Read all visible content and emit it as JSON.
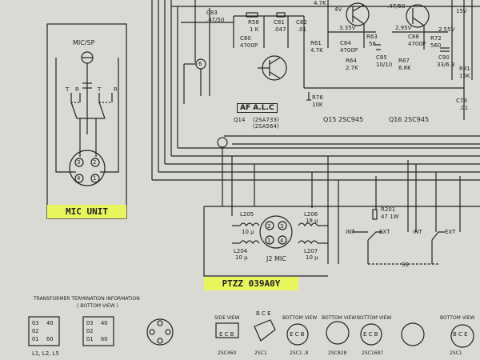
{
  "mic_unit": {
    "title": "MIC UNIT",
    "mic_sp": "MIC/SP",
    "t_left": "T",
    "r_left": "R",
    "t_right": "T",
    "r_right": "R",
    "pins": [
      "3",
      "2",
      "4",
      "1"
    ]
  },
  "plate": "PTZZ 039A0Y",
  "top_parts": {
    "c83": "C83",
    "c83_val": ".47/50",
    "r58": "R58",
    "r58_val": "1 K",
    "c81": "C81",
    "c81_val": ".047",
    "c82": "C82",
    "c82_val": ".01",
    "r57_val": "4.7K",
    "c80": "C80",
    "c80_val": "4700P",
    "r61": "R61",
    "r61_val": "4.7K",
    "v4": "4V",
    "v335": "3.35V",
    "c84": "C84",
    "c84_val": "4700P",
    "r63": "R63",
    "r63_val": "56",
    "r64": "R64",
    "r64_val": "2.7K",
    "c85": "C85",
    "c85_val": "10/10",
    "r76": "R76",
    "r76_val": "10K",
    "c88": "C88",
    "c88_val": "4700P",
    "r67": "R67",
    "r67_val": "6.8K",
    "r72": "R72",
    "r72_val": "560",
    "v295": "2.95V",
    "v255": "2.55V",
    "v47_50": ".47/50",
    "c90": "C90",
    "c90_val": "33/6.3",
    "r81": "R81",
    "r81_val": "15K",
    "c79": "C79",
    "c79_val": ".01",
    "v15": "15V",
    "node6": "6"
  },
  "af_alc": "AF A.L.C",
  "q14": "Q14",
  "q14_a": "(2SA733)",
  "q14_b": "(2SA564)",
  "q15": "Q15 2SC945",
  "q16": "Q16 2SC945",
  "j2": {
    "l205": "L205",
    "l205_val": "10 μ",
    "l206": "L206",
    "l206_val": "18 μ",
    "l204": "L204",
    "l204_val": "10 μ",
    "l207": "L207",
    "l207_val": "10 μ",
    "label": "J2 MIC",
    "pins": [
      "2",
      "3",
      "1",
      "4"
    ]
  },
  "r201": "R201",
  "r201_val": "47  1W",
  "int1": "INT",
  "ext1": "EXT",
  "int2": "INT",
  "ext2": "EXT",
  "s3": "S3",
  "transformer": {
    "title": "TRANSFORMER  TERMINATION  INFORMATION",
    "sub": "( BOTTOM VIEW )",
    "a": [
      "O3",
      "4O",
      "O2",
      "O1",
      "6O"
    ],
    "b": [
      "O3",
      "4O",
      "O2",
      "O1",
      "6O"
    ],
    "bottom": "L1, L2, L5"
  },
  "pinouts": [
    {
      "title": "SIDE VIEW",
      "pins": "E C B",
      "name": "2SC460"
    },
    {
      "title": "",
      "pins": "B C E",
      "name": "2SC1"
    },
    {
      "title": "BOTTOM VIEW",
      "pins": "E C B",
      "name": "2SC1..8"
    },
    {
      "title": "BOTTOM VIEW",
      "pins": "",
      "name": "2SC828"
    },
    {
      "title": "BOTTOM VIEW",
      "pins": "E C B",
      "name": "2SC1687"
    },
    {
      "title": "",
      "pins": "",
      "name": ""
    },
    {
      "title": "BOTTOM VIEW",
      "pins": "B C E",
      "name": "2SC1"
    }
  ]
}
